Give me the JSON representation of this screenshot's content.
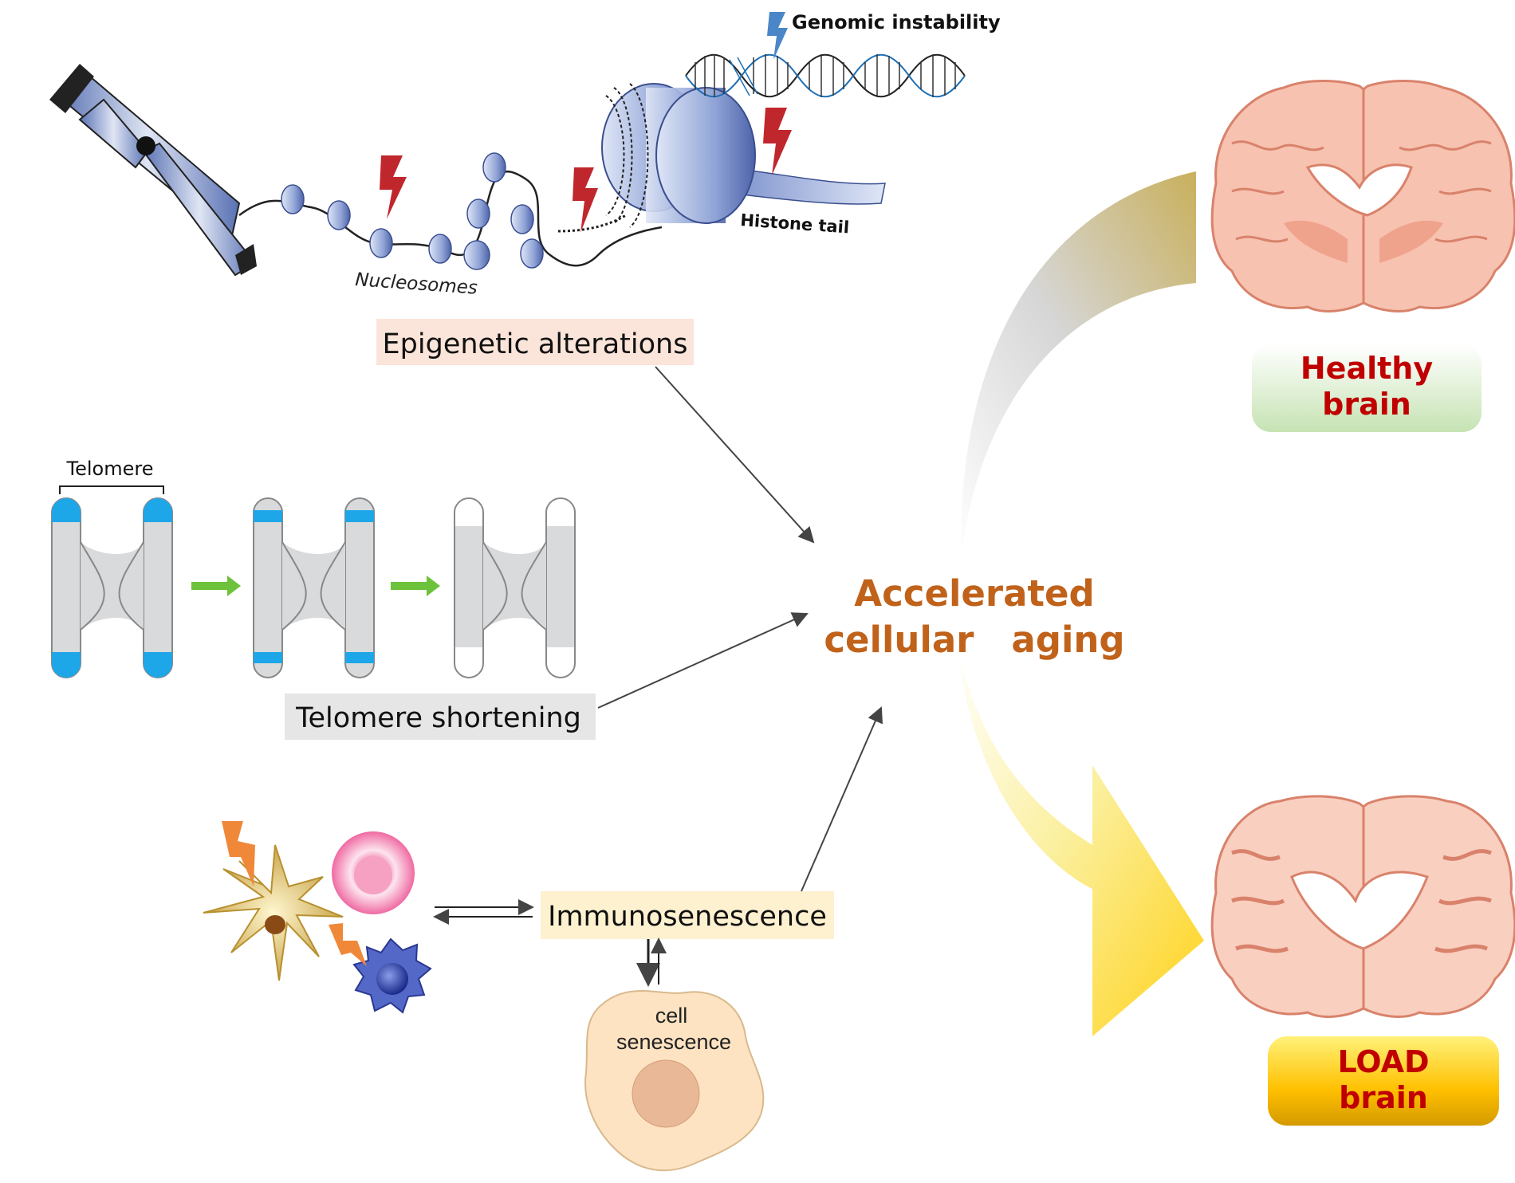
{
  "labels": {
    "genomic_instability": "Genomic instability",
    "histone_tail": "Histone tail",
    "nucleosomes": "Nucleosomes",
    "epigenetic_alterations": "Epigenetic alterations",
    "telomere": "Telomere",
    "telomere_shortening": "Telomere shortening",
    "immunosenescence": "Immunosenescence",
    "cell_senescence_line1": "cell",
    "cell_senescence_line2": "senescence"
  },
  "center": {
    "line1": "Accelerated",
    "line2": "cellular   aging"
  },
  "outcomes": {
    "healthy_line1": "Healthy",
    "healthy_line2": "brain",
    "load_line1": "LOAD",
    "load_line2": "brain"
  },
  "colors": {
    "accent_orange": "#c0621a",
    "outcome_red": "#c00000",
    "chromosome_blue": "#6f86c0",
    "telomere_cyan": "#1ea7e8",
    "brain_pink": "#f2b7a4",
    "lightning_red": "#c0272d",
    "lightning_orange": "#f0883a"
  }
}
